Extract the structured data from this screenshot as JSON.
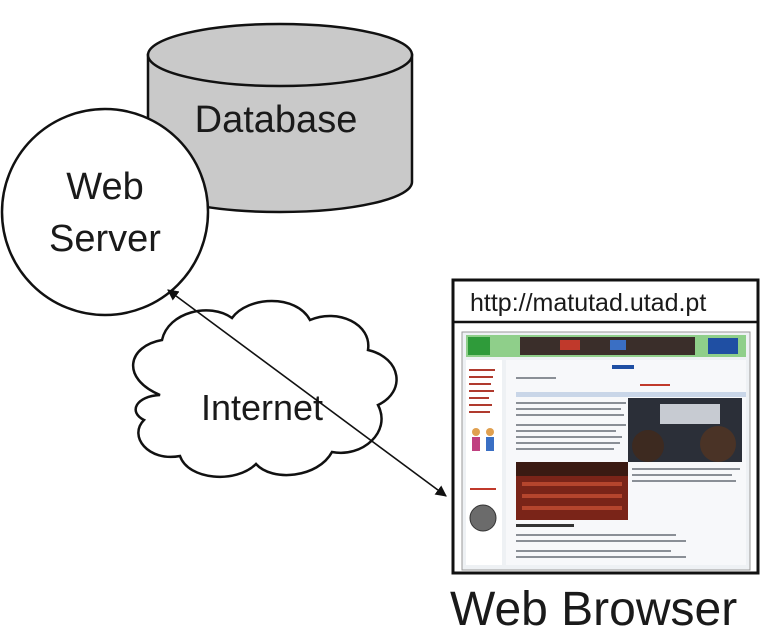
{
  "nodes": {
    "database": {
      "label": "Database",
      "fill": "#c9c9c9"
    },
    "web_server": {
      "line1": "Web",
      "line2": "Server"
    },
    "internet": {
      "label": "Internet"
    },
    "browser": {
      "url": "http://matutad.utad.pt",
      "caption": "Web Browser"
    }
  },
  "edges": [
    {
      "from": "web_server",
      "to": "browser",
      "style": "double-arrow"
    }
  ],
  "colors": {
    "stroke": "#111111",
    "database_fill": "#c9c9c9",
    "site_green": "#2f9b3a",
    "site_blue": "#1f4fa3",
    "site_red": "#c0392b"
  }
}
